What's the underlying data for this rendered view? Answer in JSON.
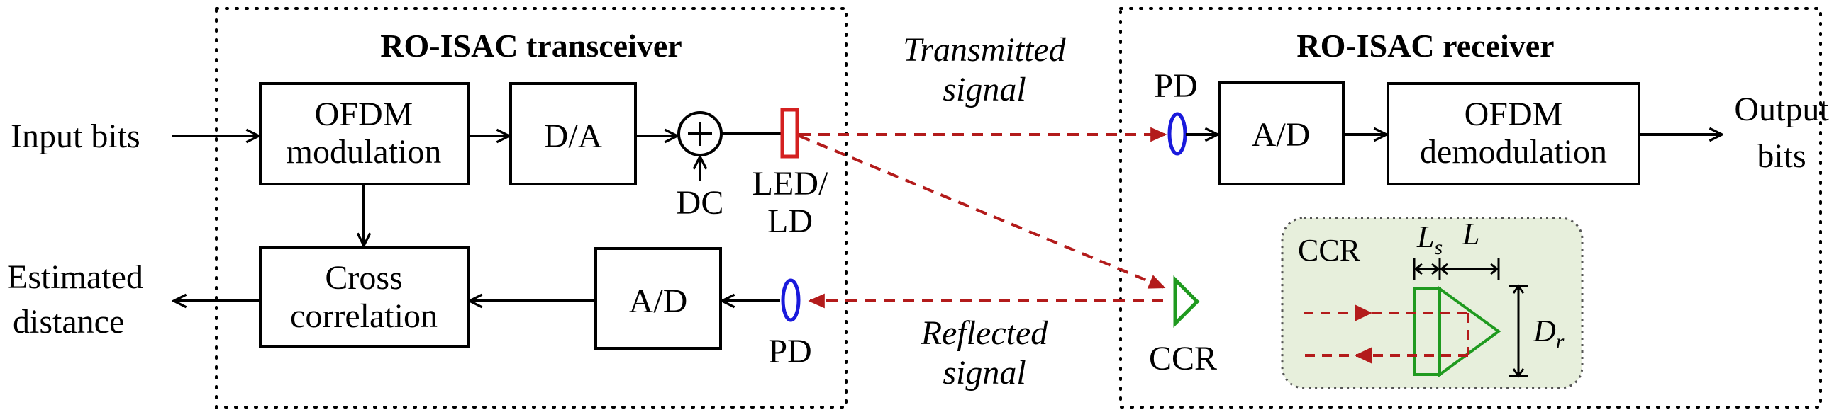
{
  "transceiver": {
    "title": "RO-ISAC transceiver",
    "ofdm_mod": [
      "OFDM",
      "modulation"
    ],
    "da": "D/A",
    "dc": "DC",
    "led": [
      "LED/",
      "LD"
    ],
    "cross_corr": [
      "Cross",
      "correlation"
    ],
    "ad": "A/D",
    "pd": "PD"
  },
  "receiver": {
    "title": "RO-ISAC receiver",
    "pd": "PD",
    "ad": "A/D",
    "ofdm_demod": [
      "OFDM",
      "demodulation"
    ],
    "ccr_inset": {
      "title": "CCR",
      "ls": "L",
      "ls_sub": "s",
      "l": "L",
      "dr": "D",
      "dr_sub": "r"
    }
  },
  "io": {
    "input_bits": "Input bits",
    "output_bits": [
      "Output",
      "bits"
    ],
    "estimated_distance": [
      "Estimated",
      "distance"
    ]
  },
  "channel": {
    "transmitted": [
      "Transmitted",
      "signal"
    ],
    "reflected": [
      "Reflected",
      "signal"
    ],
    "ccr": "CCR"
  },
  "colors": {
    "signal_dash": "#b31b1b",
    "led": "#d42020",
    "pd": "#1a1adc",
    "ccr": "#1f9a1f",
    "inset_fill": "#e7efdc"
  }
}
